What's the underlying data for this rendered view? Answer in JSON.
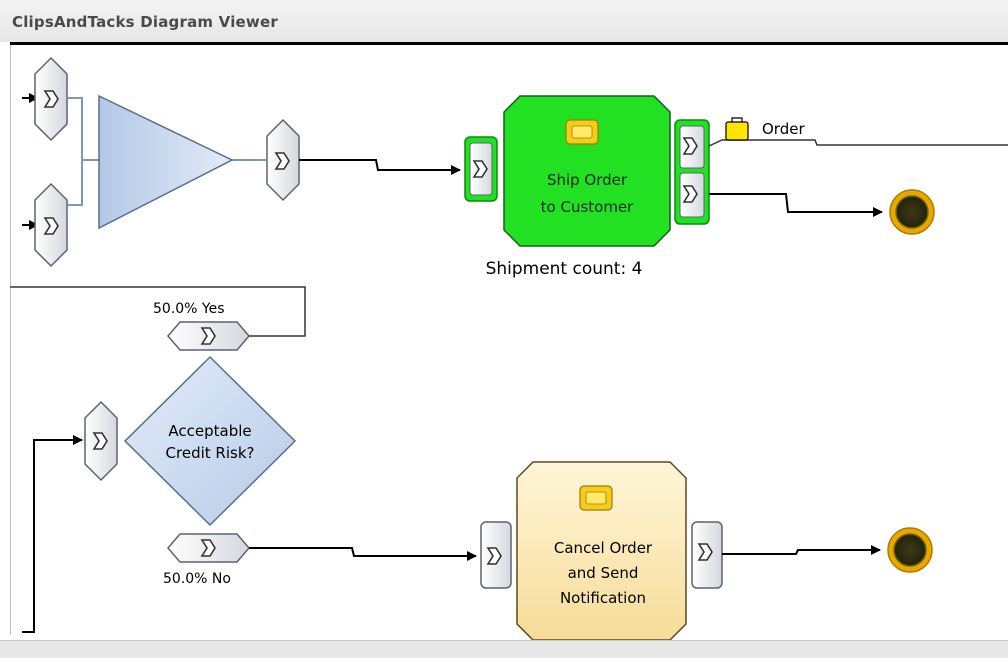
{
  "window": {
    "title": "ClipsAndTacks Diagram Viewer"
  },
  "diagram": {
    "ship_task": {
      "line1": "Ship Order",
      "line2": "to Customer",
      "counter": "Shipment count: 4"
    },
    "data_object": {
      "label": "Order"
    },
    "gateway": {
      "line1": "Acceptable",
      "line2": "Credit Risk?"
    },
    "yes_branch": {
      "label": "50.0%  Yes"
    },
    "no_branch": {
      "label": "50.0%  No"
    },
    "cancel_task": {
      "line1": "Cancel Order",
      "line2": "and Send",
      "line3": "Notification"
    }
  },
  "colors": {
    "ship_task_fill": "#22e022",
    "cancel_task_fill": "#fdeec0",
    "gateway_fill": "#c9d9f2",
    "end_event_fill": "#2e2e10",
    "end_event_ring": "#e8a800"
  },
  "icons": [
    "port-chevron-icon",
    "task-type-icon",
    "briefcase-icon",
    "end-event-icon"
  ]
}
